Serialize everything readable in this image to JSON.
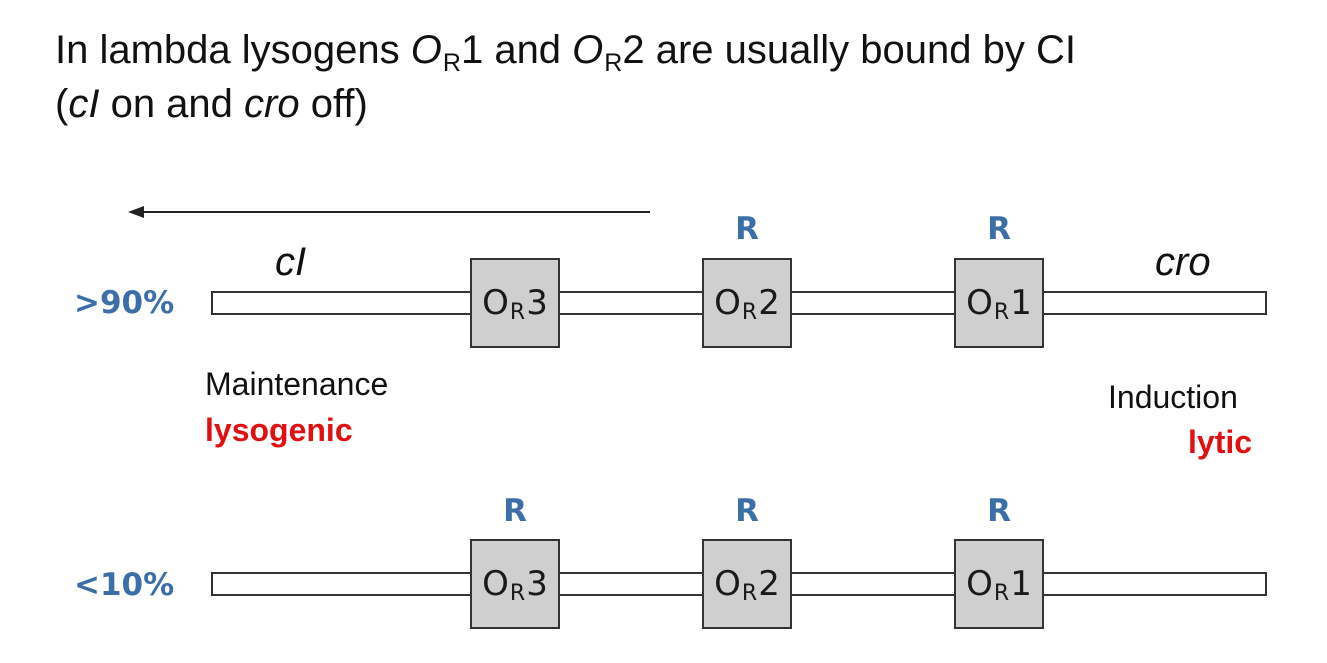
{
  "title": {
    "line1": {
      "prefix": "In lambda lysogens ",
      "op1_main": "O",
      "op1_sub": "R",
      "op1_num": "1",
      "middle": " and ",
      "op2_main": "O",
      "op2_sub": "R",
      "op2_num": "2",
      "suffix": " are usually bound by CI"
    },
    "line2": {
      "open": "(",
      "gene_ci": "cI",
      "mid1": " on and ",
      "gene_cro": "cro",
      "close": " off)"
    }
  },
  "genes": {
    "ci": "cI",
    "cro": "cro"
  },
  "operator_labels": {
    "main": "O",
    "sub": "R",
    "n3": "3",
    "n2": "2",
    "n1": "1"
  },
  "repressor_label": "R",
  "rows": {
    "top": {
      "percent": ">90%",
      "bound": [
        "OR2",
        "OR1"
      ]
    },
    "bottom": {
      "percent": "<10%",
      "bound": [
        "OR3",
        "OR2",
        "OR1"
      ]
    }
  },
  "states": {
    "left_title": "Maintenance",
    "left_mode": "lysogenic",
    "right_title": "Induction",
    "right_mode": "lytic"
  },
  "colors": {
    "percent_blue": "#3c6fa8",
    "mode_red": "#e01010",
    "operator_fill": "#cfcfcf"
  }
}
